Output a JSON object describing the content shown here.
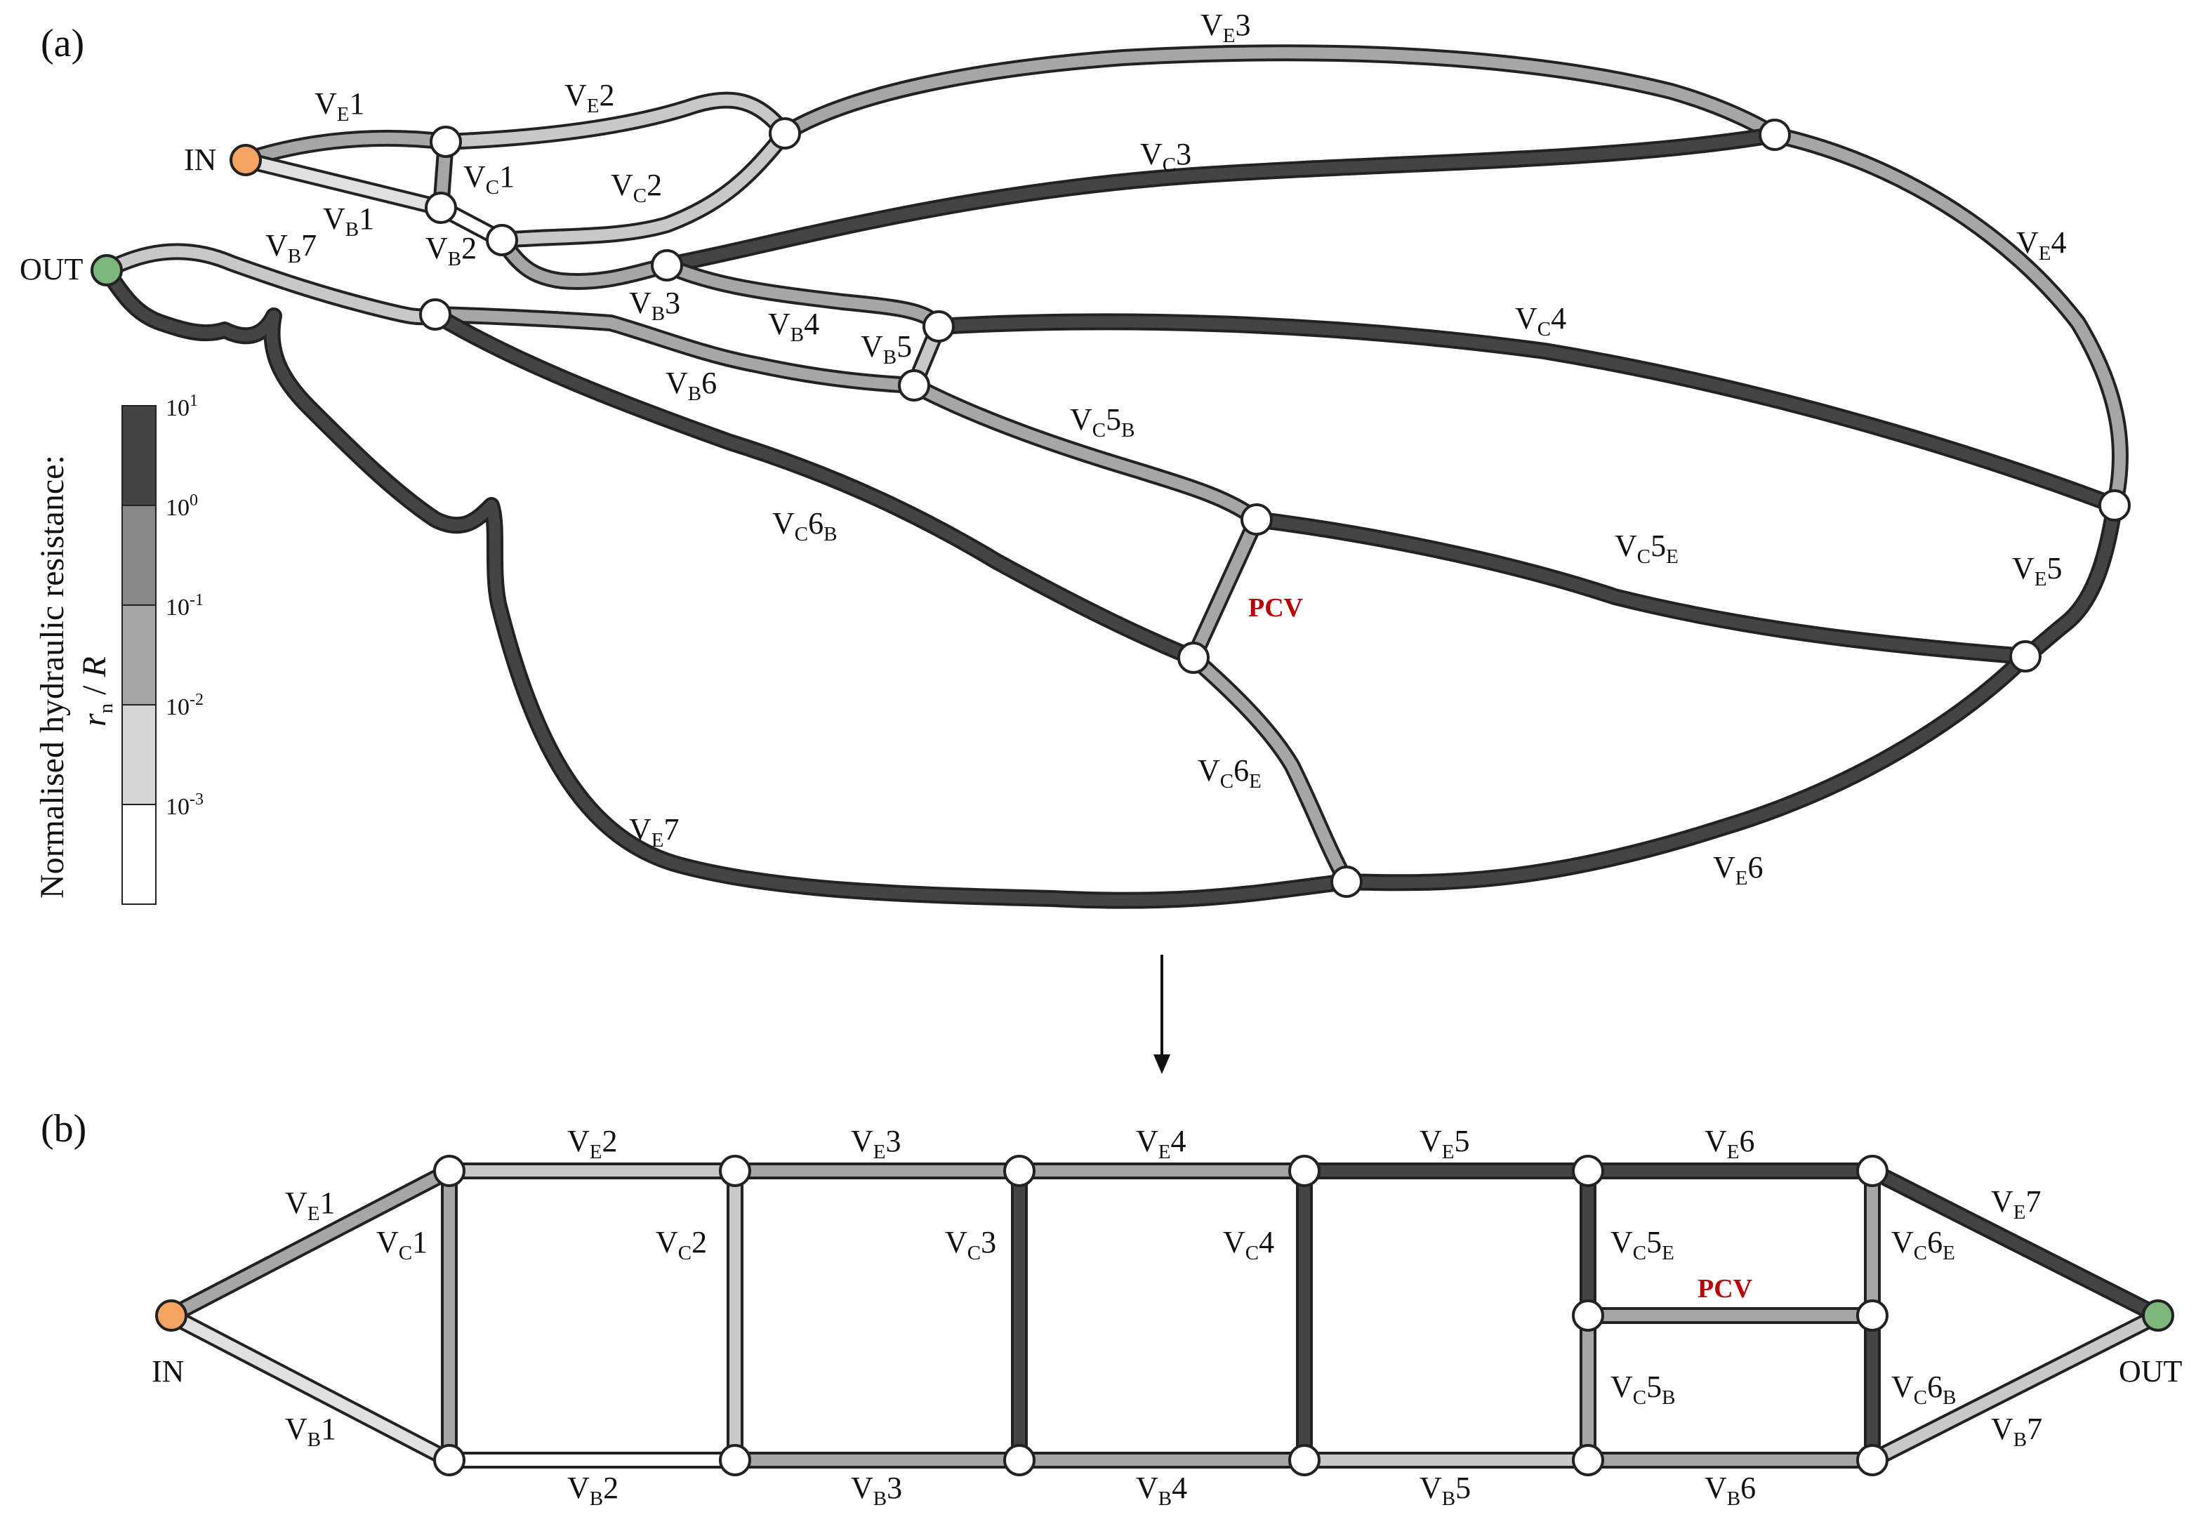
{
  "panels": {
    "a": "(a)",
    "b": "(b)"
  },
  "terminals": {
    "in": "IN",
    "out": "OUT"
  },
  "pcv_label": "PCV",
  "colorbar": {
    "title": "Normalised hydraulic resistance:",
    "formula": "r_n / R",
    "ticks": [
      "10^1",
      "10^0",
      "10^-1",
      "10^-2",
      "10^-3"
    ],
    "levels": [
      {
        "range": "10^0 - 10^1",
        "color": "#444444"
      },
      {
        "range": "10^-1 - 10^0",
        "color": "#888888"
      },
      {
        "range": "10^-2 - 10^-1",
        "color": "#a6a6a6"
      },
      {
        "range": "10^-3 - 10^-2",
        "color": "#d6d6d6"
      },
      {
        "range": "< 10^-3",
        "color": "#ffffff"
      }
    ]
  },
  "colors": {
    "in_node": "#f4a460",
    "out_node": "#7cb87c",
    "pcv_text": "#c00000",
    "outline": "#222222"
  },
  "vein_levels": {
    "VE1": "#a6a6a6",
    "VE2": "#c8c8c8",
    "VE3": "#a6a6a6",
    "VE4": "#a6a6a6",
    "VE5": "#444444",
    "VE6": "#444444",
    "VE7": "#444444",
    "VC1": "#a6a6a6",
    "VC2": "#c8c8c8",
    "VC3": "#444444",
    "VC4": "#444444",
    "VC5E": "#444444",
    "VC5B": "#a6a6a6",
    "VC6E": "#a6a6a6",
    "VC6B": "#444444",
    "VB1": "#e0e0e0",
    "VB2": "#ffffff",
    "VB3": "#a6a6a6",
    "VB4": "#a6a6a6",
    "VB5": "#c8c8c8",
    "VB6": "#a6a6a6",
    "VB7": "#c8c8c8",
    "PCV": "#a6a6a6"
  },
  "veins": {
    "VE1": {
      "base": "V",
      "sub": "E",
      "num": "1"
    },
    "VE2": {
      "base": "V",
      "sub": "E",
      "num": "2"
    },
    "VE3": {
      "base": "V",
      "sub": "E",
      "num": "3"
    },
    "VE4": {
      "base": "V",
      "sub": "E",
      "num": "4"
    },
    "VE5": {
      "base": "V",
      "sub": "E",
      "num": "5"
    },
    "VE6": {
      "base": "V",
      "sub": "E",
      "num": "6"
    },
    "VE7": {
      "base": "V",
      "sub": "E",
      "num": "7"
    },
    "VC1": {
      "base": "V",
      "sub": "C",
      "num": "1"
    },
    "VC2": {
      "base": "V",
      "sub": "C",
      "num": "2"
    },
    "VC3": {
      "base": "V",
      "sub": "C",
      "num": "3"
    },
    "VC4": {
      "base": "V",
      "sub": "C",
      "num": "4"
    },
    "VC5E": {
      "base": "V",
      "sub": "C",
      "num": "5",
      "sub2": "E"
    },
    "VC5B": {
      "base": "V",
      "sub": "C",
      "num": "5",
      "sub2": "B"
    },
    "VC6E": {
      "base": "V",
      "sub": "C",
      "num": "6",
      "sub2": "E"
    },
    "VC6B": {
      "base": "V",
      "sub": "C",
      "num": "6",
      "sub2": "B"
    },
    "VB1": {
      "base": "V",
      "sub": "B",
      "num": "1"
    },
    "VB2": {
      "base": "V",
      "sub": "B",
      "num": "2"
    },
    "VB3": {
      "base": "V",
      "sub": "B",
      "num": "3"
    },
    "VB4": {
      "base": "V",
      "sub": "B",
      "num": "4"
    },
    "VB5": {
      "base": "V",
      "sub": "B",
      "num": "5"
    },
    "VB6": {
      "base": "V",
      "sub": "B",
      "num": "6"
    },
    "VB7": {
      "base": "V",
      "sub": "B",
      "num": "7"
    }
  }
}
